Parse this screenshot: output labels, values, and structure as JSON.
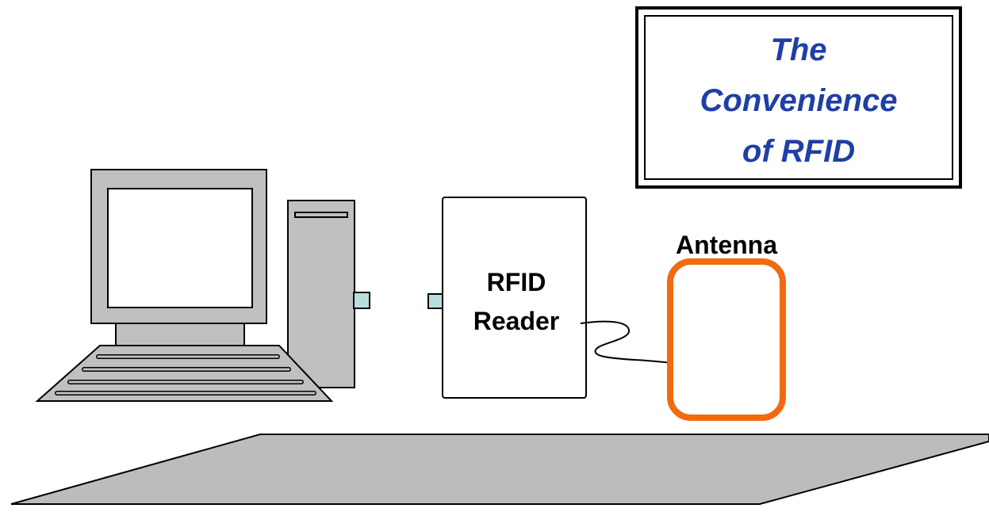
{
  "title": {
    "line1": "The",
    "line2": "Convenience",
    "line3": "of RFID"
  },
  "labels": {
    "reader_line1": "RFID",
    "reader_line2": "Reader",
    "antenna": "Antenna"
  },
  "colors": {
    "title_text": "#1f3fa6",
    "antenna_loop": "#f26a10",
    "computer_gray": "#c0c0c0",
    "floor_gray": "#bcbcbc",
    "port_fill": "#b8dfe0"
  }
}
